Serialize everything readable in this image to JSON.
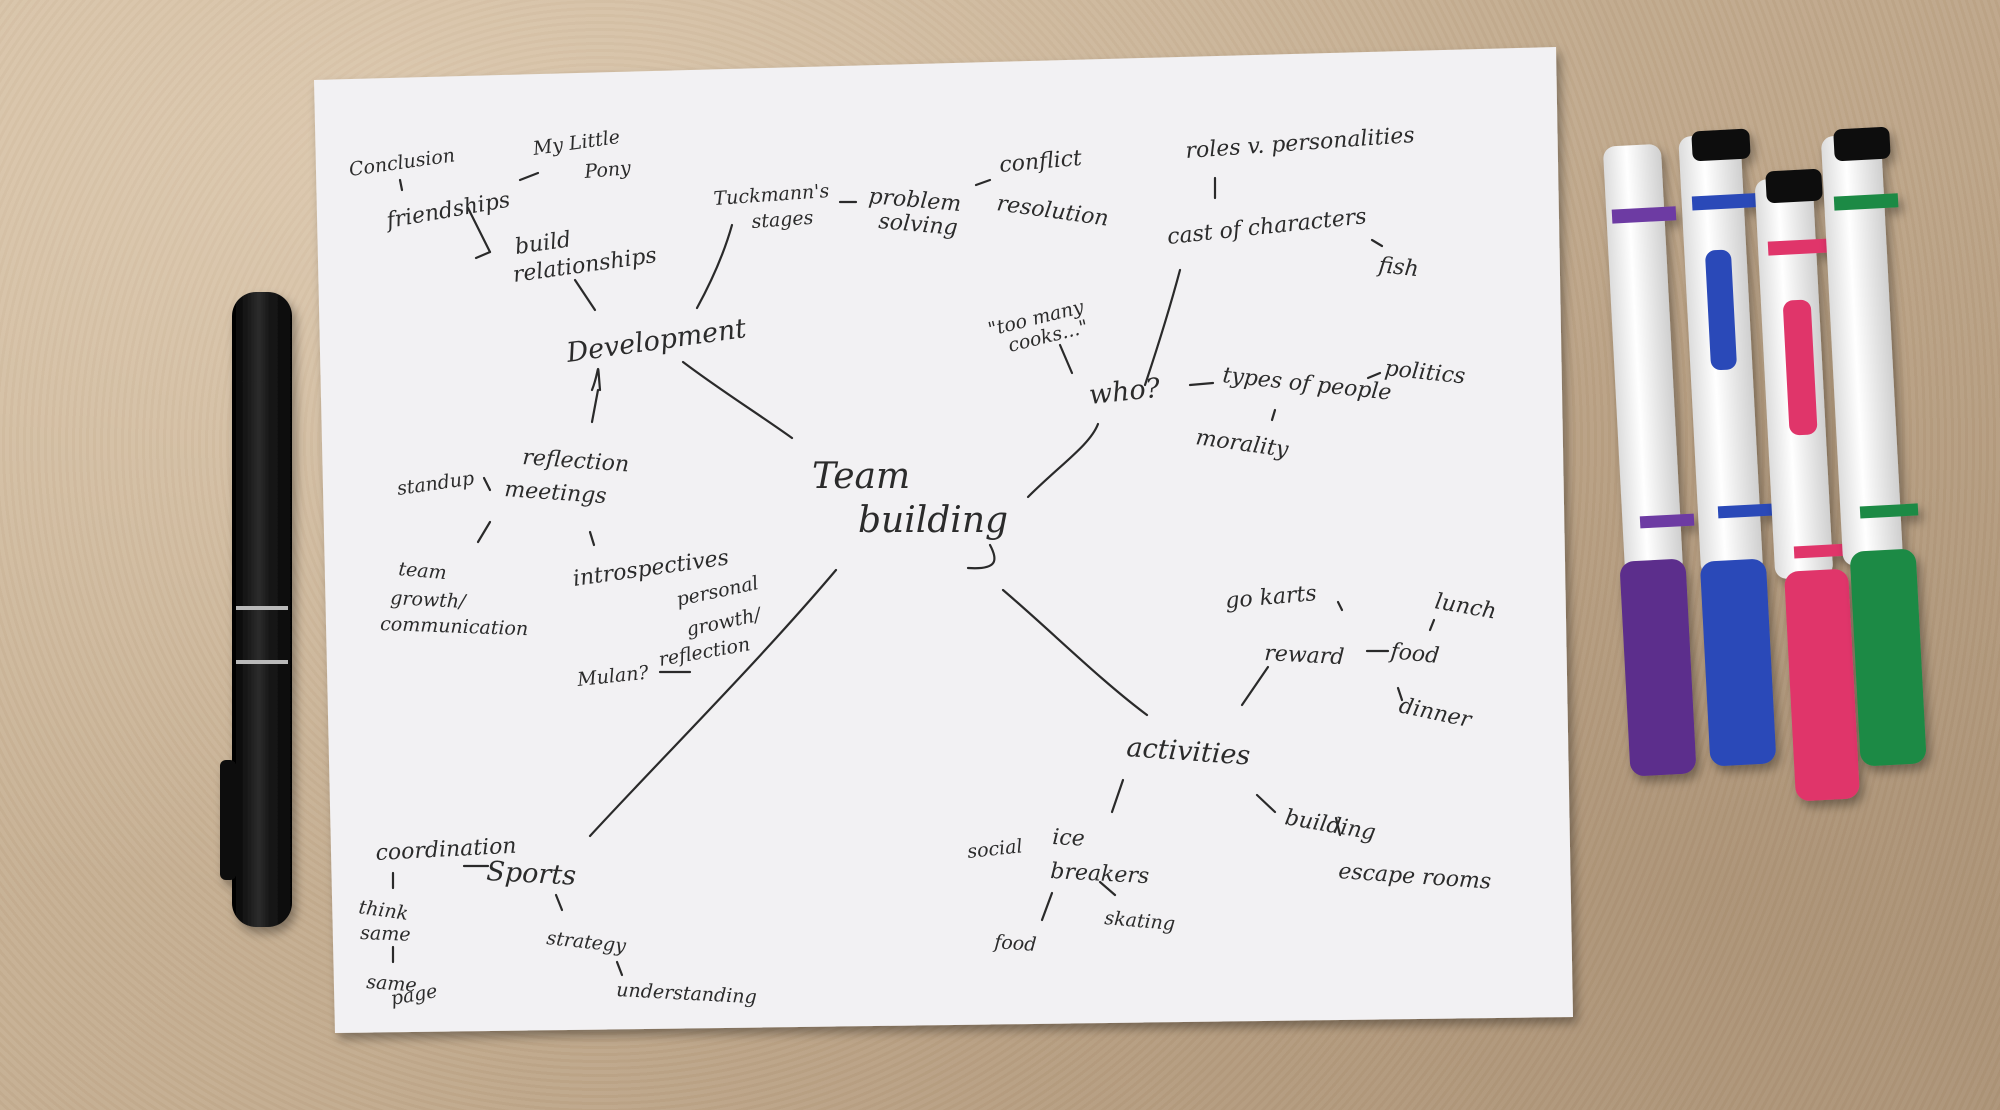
{
  "mindmap": {
    "center": {
      "line1": "Team",
      "line2": "building"
    },
    "development": {
      "label": "Development",
      "conclusion": "Conclusion",
      "friendships": "friendships",
      "my_little_pony_1": "My Little",
      "my_little_pony_2": "Pony",
      "build_rel_1": "build",
      "build_rel_2": "relationships",
      "tuckmann_1": "Tuckmann's",
      "tuckmann_2": "stages",
      "problem_1": "problem",
      "problem_2": "solving",
      "conflict_1": "conflict",
      "conflict_2": "resolution"
    },
    "reflection": {
      "standup": "standup",
      "reflection": "reflection",
      "meetings": "meetings",
      "team": "team",
      "growth": "growth/",
      "communication": "communication",
      "introspectives": "introspectives",
      "personal": "personal",
      "personal_growth": "growth/",
      "mulan": "Mulan?",
      "reflection2": "reflection"
    },
    "who": {
      "label": "who?",
      "roles": "roles v. personalities",
      "cast": "cast of characters",
      "fish": "fish",
      "too_many_1": "\"too many",
      "too_many_2": "cooks...\"",
      "types": "types of people",
      "politics": "politics",
      "morality": "morality"
    },
    "activities": {
      "label": "activities",
      "go_karts": "go karts",
      "reward": "reward",
      "food": "food",
      "lunch": "lunch",
      "dinner": "dinner",
      "social": "social",
      "ice": "ice",
      "breakers": "breakers",
      "food2": "food",
      "skating": "skating",
      "building": "building",
      "escape": "escape rooms"
    },
    "sports": {
      "label": "Sports",
      "coordination": "coordination",
      "think": "think",
      "same": "same",
      "same2": "same",
      "page": "page",
      "strategy": "strategy",
      "understanding": "understanding"
    }
  },
  "objects": {
    "marker_colors": [
      "#5b2d8c",
      "#2a48b8",
      "#e0356b",
      "#1f8a45"
    ],
    "paper_color": "#f3f2f4",
    "pen_color": "#141414"
  }
}
